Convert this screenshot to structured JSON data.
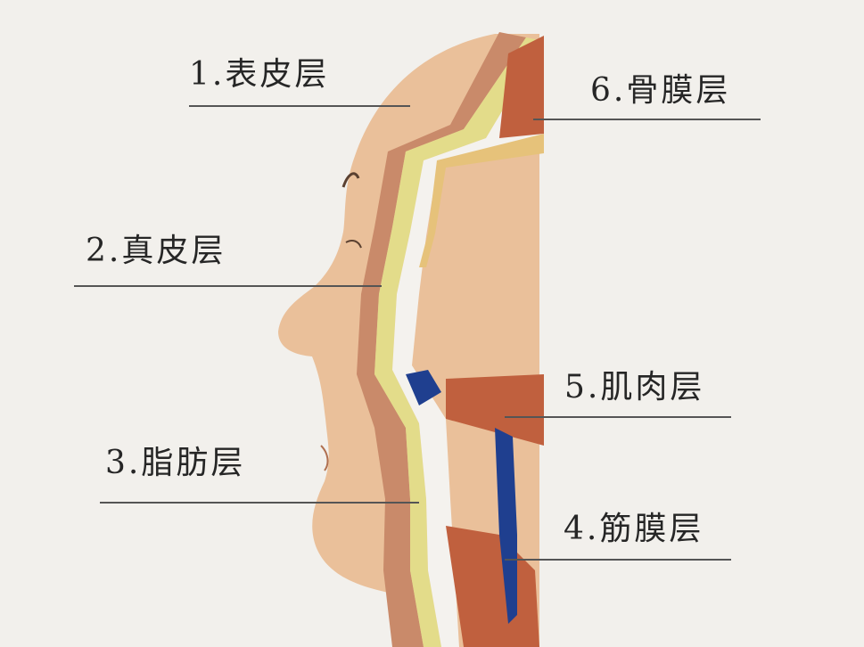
{
  "labels": {
    "epidermis": "1.表皮层",
    "dermis": "2.真皮层",
    "fat": "3.脂肪层",
    "fascia": "4.筋膜层",
    "muscle": "5.肌肉层",
    "periosteum": "6.骨膜层"
  },
  "colors": {
    "background": "#f2f0ec",
    "skin": "#eac09a",
    "dermis": "#c98a6a",
    "fat": "#e3dc8a",
    "fascia": "#f4f2ee",
    "muscle": "#c0603e",
    "bone": "#e6c27a",
    "deep_fascia": "#1f3f8f"
  }
}
